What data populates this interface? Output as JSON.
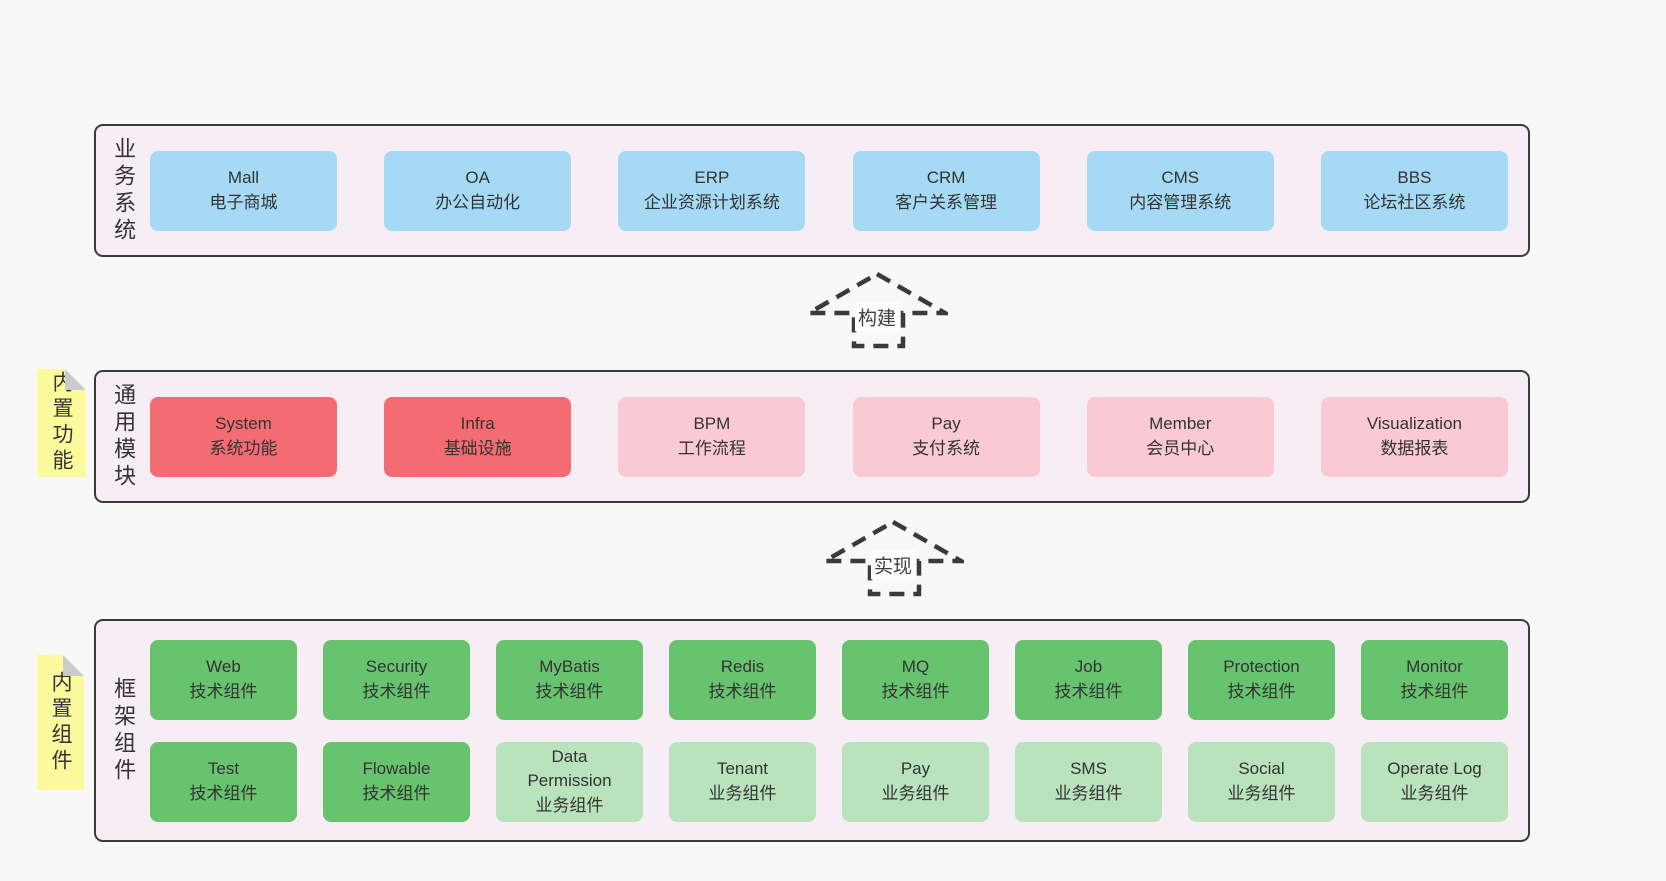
{
  "colors": {
    "page_bg": "#f8f8f8",
    "layer_bg": "#f7edf5",
    "layer_border": "#3b3b3b",
    "blue": "#a6d9f3",
    "red": "#f26c71",
    "pink": "#f9cad3",
    "green": "#68c36e",
    "light_green": "#b9e3bd",
    "note_yellow": "#fbfb9e",
    "note_fold": "#c9cbcc",
    "text": "#333333"
  },
  "layers": {
    "business": {
      "label": "业务系统",
      "boxes": [
        {
          "title": "Mall",
          "subtitle": "电子商城",
          "color": "blue"
        },
        {
          "title": "OA",
          "subtitle": "办公自动化",
          "color": "blue"
        },
        {
          "title": "ERP",
          "subtitle": "企业资源计划系统",
          "color": "blue"
        },
        {
          "title": "CRM",
          "subtitle": "客户关系管理",
          "color": "blue"
        },
        {
          "title": "CMS",
          "subtitle": "内容管理系统",
          "color": "blue"
        },
        {
          "title": "BBS",
          "subtitle": "论坛社区系统",
          "color": "blue"
        }
      ]
    },
    "modules": {
      "label": "通用模块",
      "note": "内置功能",
      "boxes": [
        {
          "title": "System",
          "subtitle": "系统功能",
          "color": "red"
        },
        {
          "title": "Infra",
          "subtitle": "基础设施",
          "color": "red"
        },
        {
          "title": "BPM",
          "subtitle": "工作流程",
          "color": "pink"
        },
        {
          "title": "Pay",
          "subtitle": "支付系统",
          "color": "pink"
        },
        {
          "title": "Member",
          "subtitle": "会员中心",
          "color": "pink"
        },
        {
          "title": "Visualization",
          "subtitle": "数据报表",
          "color": "pink"
        }
      ]
    },
    "components": {
      "label": "框架组件",
      "note": "内置组件",
      "rows": [
        [
          {
            "title": "Web",
            "subtitle": "技术组件",
            "color": "green"
          },
          {
            "title": "Security",
            "subtitle": "技术组件",
            "color": "green"
          },
          {
            "title": "MyBatis",
            "subtitle": "技术组件",
            "color": "green"
          },
          {
            "title": "Redis",
            "subtitle": "技术组件",
            "color": "green"
          },
          {
            "title": "MQ",
            "subtitle": "技术组件",
            "color": "green"
          },
          {
            "title": "Job",
            "subtitle": "技术组件",
            "color": "green"
          },
          {
            "title": "Protection",
            "subtitle": "技术组件",
            "color": "green"
          },
          {
            "title": "Monitor",
            "subtitle": "技术组件",
            "color": "green"
          }
        ],
        [
          {
            "title": "Test",
            "subtitle": "技术组件",
            "color": "green"
          },
          {
            "title": "Flowable",
            "subtitle": "技术组件",
            "color": "green"
          },
          {
            "title": "Data Permission",
            "subtitle": "业务组件",
            "color": "light_green"
          },
          {
            "title": "Tenant",
            "subtitle": "业务组件",
            "color": "light_green"
          },
          {
            "title": "Pay",
            "subtitle": "业务组件",
            "color": "light_green"
          },
          {
            "title": "SMS",
            "subtitle": "业务组件",
            "color": "light_green"
          },
          {
            "title": "Social",
            "subtitle": "业务组件",
            "color": "light_green"
          },
          {
            "title": "Operate Log",
            "subtitle": "业务组件",
            "color": "light_green"
          }
        ]
      ]
    }
  },
  "arrows": [
    {
      "label": "构建"
    },
    {
      "label": "实现"
    }
  ]
}
